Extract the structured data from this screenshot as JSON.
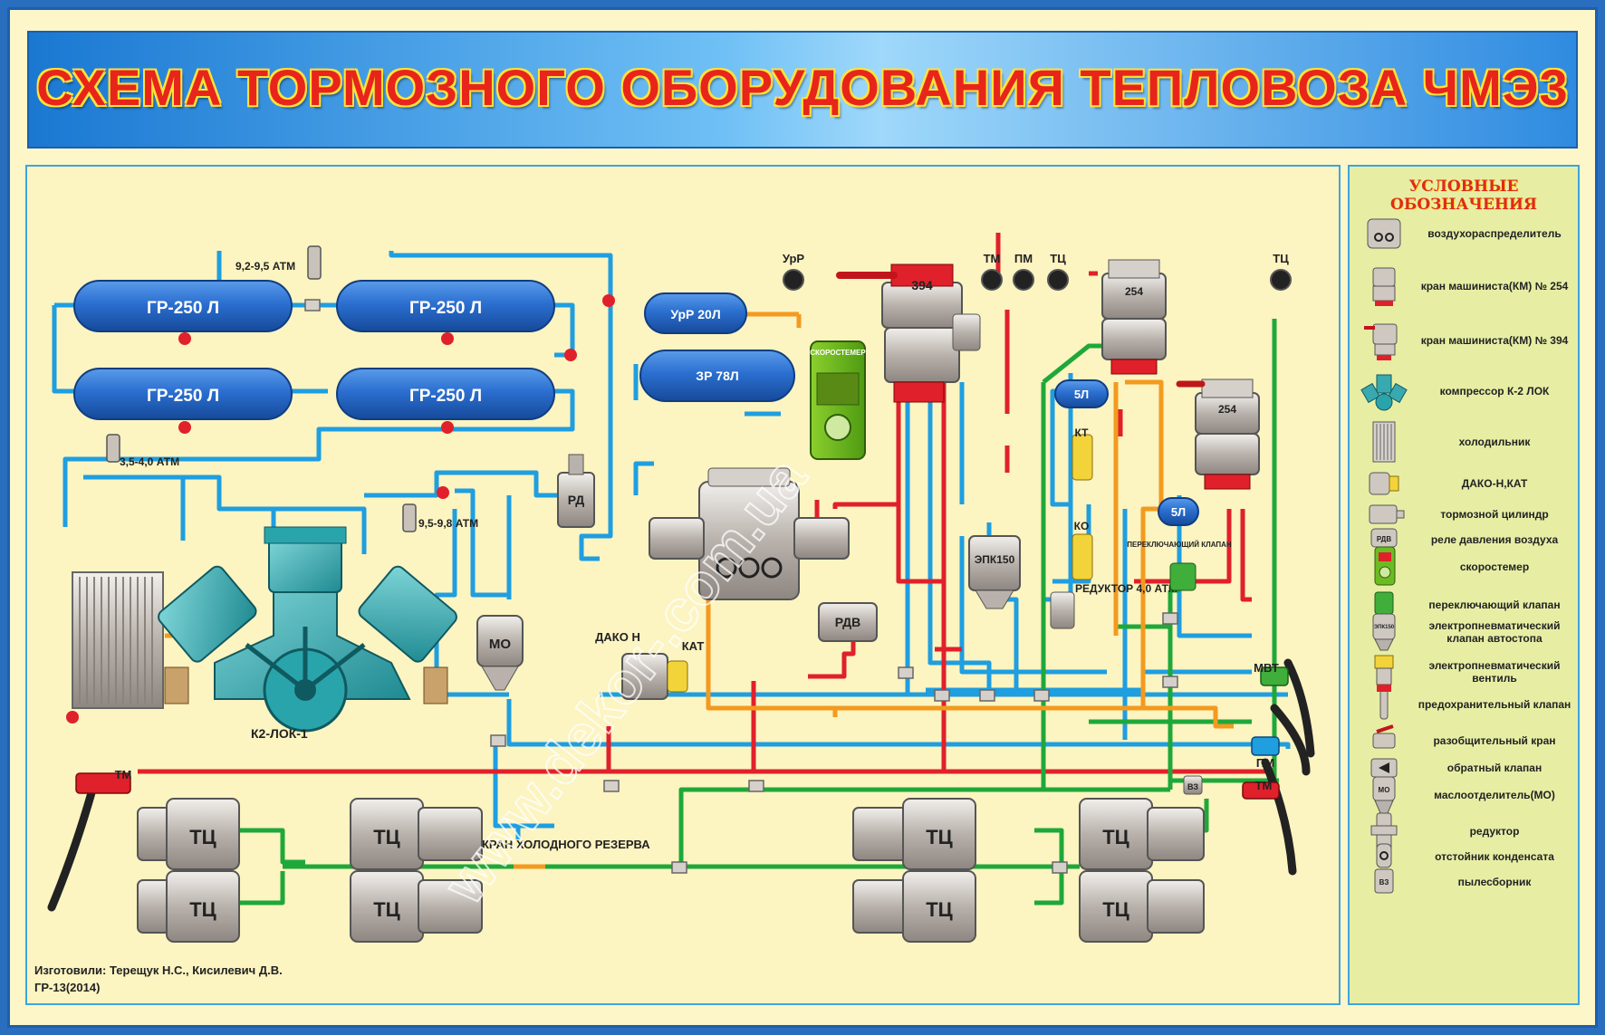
{
  "title": "СХЕМА ТОРМОЗНОГО ОБОРУДОВАНИЯ ТЕПЛОВОЗА ЧМЭ3",
  "tanks": [
    "ГР-250 Л",
    "ГР-250 Л",
    "ГР-250 Л",
    "ГР-250 Л"
  ],
  "small_tanks": {
    "urr": "УрР 20Л",
    "zr": "ЗР 78Л",
    "five_l_a": "5Л",
    "five_l_b": "5Л"
  },
  "pressures": {
    "top": "9,2-9,5 АТМ",
    "left": "3,5-4,0 АТМ",
    "mid": "9,5-9,8 АТМ"
  },
  "gauges": {
    "urr": "УрР",
    "tm": "ТМ",
    "pm": "ПМ",
    "tc1": "ТЦ",
    "tc2": "ТЦ"
  },
  "devices": {
    "rd": "РД",
    "mo": "МО",
    "rdv": "РДВ",
    "epk": "ЭПК150",
    "kt": "КТ",
    "ko": "КО",
    "dako": "ДАКО Н",
    "kat": "КАТ",
    "speed": "СКОРОСТЕМЕР",
    "switch_valve": "ПЕРЕКЛЮЧАЮЩИЙ КЛАПАН",
    "reducer": "РЕДУКТОР 4,0 АТМ",
    "compressor": "К2-ЛОК-1",
    "cold_reserve": "КРАН ХОЛОДНОГО РЕЗЕРВА",
    "km394": "394",
    "km254a": "254",
    "km254b": "254",
    "vz": "ВЗ",
    "tm_left": "ТМ",
    "tm_right": "ТМ",
    "pm_right": "ПМ",
    "mvt": "МВТ"
  },
  "brake_cylinders": [
    "ТЦ",
    "ТЦ",
    "ТЦ",
    "ТЦ",
    "ТЦ",
    "ТЦ",
    "ТЦ",
    "ТЦ"
  ],
  "watermark": "www.dekor-.com.ua",
  "credits": {
    "line1": "Изготовили: Терещук Н.С., Кисилевич Д.В.",
    "line2": "ГР-13(2014)"
  },
  "legend": {
    "title": "УСЛОВНЫЕ ОБОЗНАЧЕНИЯ",
    "items": [
      {
        "label": "воздухораспределитель",
        "icon": "air-distributor-icon"
      },
      {
        "label": "кран машиниста(КМ) № 254",
        "icon": "driver-valve-254-icon"
      },
      {
        "label": "кран машиниста(КМ) № 394",
        "icon": "driver-valve-394-icon"
      },
      {
        "label": "компрессор К-2 ЛОК",
        "icon": "compressor-icon"
      },
      {
        "label": "холодильник",
        "icon": "cooler-icon"
      },
      {
        "label": "ДАКО-Н,КАТ",
        "icon": "dako-icon"
      },
      {
        "label": "тормозной цилиндр",
        "icon": "brake-cylinder-icon"
      },
      {
        "label": "реле давления воздуха",
        "icon": "pressure-relay-icon",
        "tag": "РДВ"
      },
      {
        "label": "скоростемер",
        "icon": "speedometer-icon"
      },
      {
        "label": "переключающий клапан",
        "icon": "switch-valve-icon"
      },
      {
        "label": "электропневматический клапан автостопа",
        "icon": "epk-icon",
        "tag": "ЭПК150"
      },
      {
        "label": "электропневматический вентиль",
        "icon": "ep-valve-icon"
      },
      {
        "label": "предохранительный клапан",
        "icon": "safety-valve-icon"
      },
      {
        "label": "разобщительный кран",
        "icon": "isolating-cock-icon"
      },
      {
        "label": "обратный клапан",
        "icon": "check-valve-icon"
      },
      {
        "label": "маслоотделитель(МО)",
        "icon": "oil-separator-icon",
        "tag": "МО"
      },
      {
        "label": "редуктор",
        "icon": "reducer-icon"
      },
      {
        "label": "отстойник конденсата",
        "icon": "condensate-trap-icon"
      },
      {
        "label": "пылесборник",
        "icon": "dust-collector-icon",
        "tag": "ВЗ"
      }
    ]
  },
  "colors": {
    "pipe_blue": "#1f9ee0",
    "pipe_red": "#e0202a",
    "pipe_green": "#1fa83a",
    "pipe_orange": "#f39a1f",
    "tank_blue": "#2b6fd0",
    "title_red": "#e8251a"
  }
}
